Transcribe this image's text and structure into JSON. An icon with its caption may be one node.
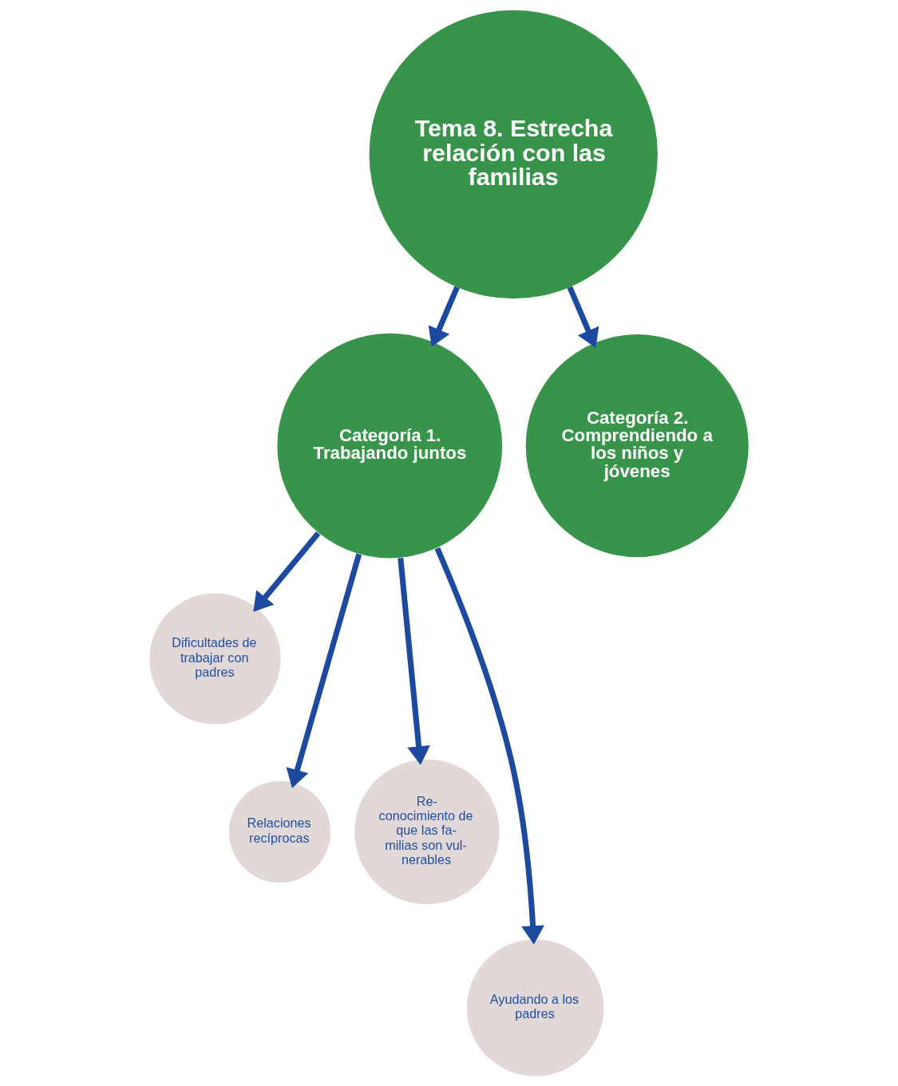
{
  "diagram": {
    "nodes": [
      {
        "text": [
          "Tema 8. Estrecha relación con las familias"
        ]
      },
      {
        "text": [
          "Categoría 1. Trabajando juntos"
        ]
      },
      {
        "text": [
          "Categoría 2. Comprendiendo a los niños y jóvenes"
        ]
      },
      {
        "text": [
          "Dificultades de trabajar con padres"
        ]
      },
      {
        "text": [
          "Relaciones recíprocas"
        ]
      },
      {
        "text": [
          "Re- conocimiento de que las fa- milias son vul- nerables"
        ]
      },
      {
        "text": [
          "Ayudando a los padres"
        ]
      }
    ],
    "edges": [
      {
        "from": 0,
        "to": 1,
        "arrow": "to"
      },
      {
        "from": 0,
        "to": 2,
        "arrow": "to"
      },
      {
        "from": 1,
        "to": 4,
        "arrow": "to"
      },
      {
        "from": 1,
        "to": 6,
        "arrow": "to"
      },
      {
        "from": 1,
        "to": 5,
        "arrow": "to"
      },
      {
        "from": 1,
        "to": 3,
        "arrow": "to"
      }
    ]
  }
}
